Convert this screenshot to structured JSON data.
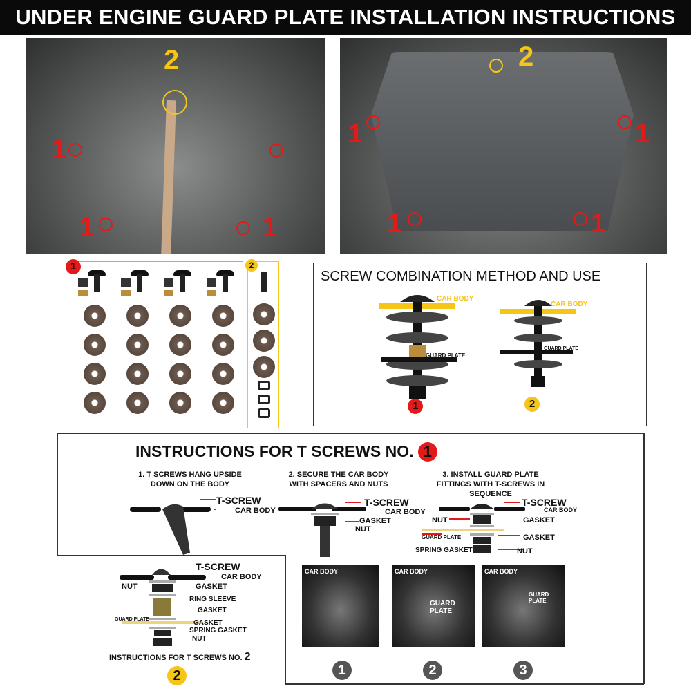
{
  "header": {
    "title": "UNDER ENGINE GUARD PLATE INSTALLATION INSTRUCTIONS"
  },
  "photos": {
    "marker_1": "1",
    "marker_2": "2",
    "small_1": "①",
    "small_2": "②"
  },
  "parts": {
    "kit1_badge": "1",
    "kit2_badge": "2"
  },
  "combo": {
    "title": "SCREW COMBINATION METHOD AND USE",
    "car_body": "CAR BODY",
    "guard_plate": "GUARD PLATE",
    "num1": "1",
    "num2": "2"
  },
  "instructions": {
    "title": "INSTRUCTIONS FOR T SCREWS NO.",
    "title_num": "1",
    "step1": "1. T SCREWS HANG UPSIDE DOWN ON THE BODY",
    "step2": "2. SECURE THE CAR BODY WITH SPACERS AND NUTS",
    "step3": "3. INSTALL GUARD PLATE FITTINGS WITH T-SCREWS IN SEQUENCE",
    "t_screw": "T-SCREW",
    "car_body": "CAR BODY",
    "gasket": "GASKET",
    "nut": "NUT",
    "guard_plate": "GUARD PLATE",
    "spring_gasket": "SPRING GASKET",
    "ring_sleeve": "RING SLEEVE",
    "no2_title": "INSTRUCTIONS FOR T SCREWS NO.",
    "no2_num": "2"
  },
  "photos_bottom": [
    {
      "label": "CAR BODY",
      "num": "1"
    },
    {
      "label": "CAR BODY",
      "label2": "GUARD PLATE",
      "num": "2"
    },
    {
      "label": "CAR BODY",
      "label2": "GUARD PLATE",
      "num": "3"
    }
  ],
  "colors": {
    "red": "#e31a1a",
    "yellow": "#f5c518"
  }
}
